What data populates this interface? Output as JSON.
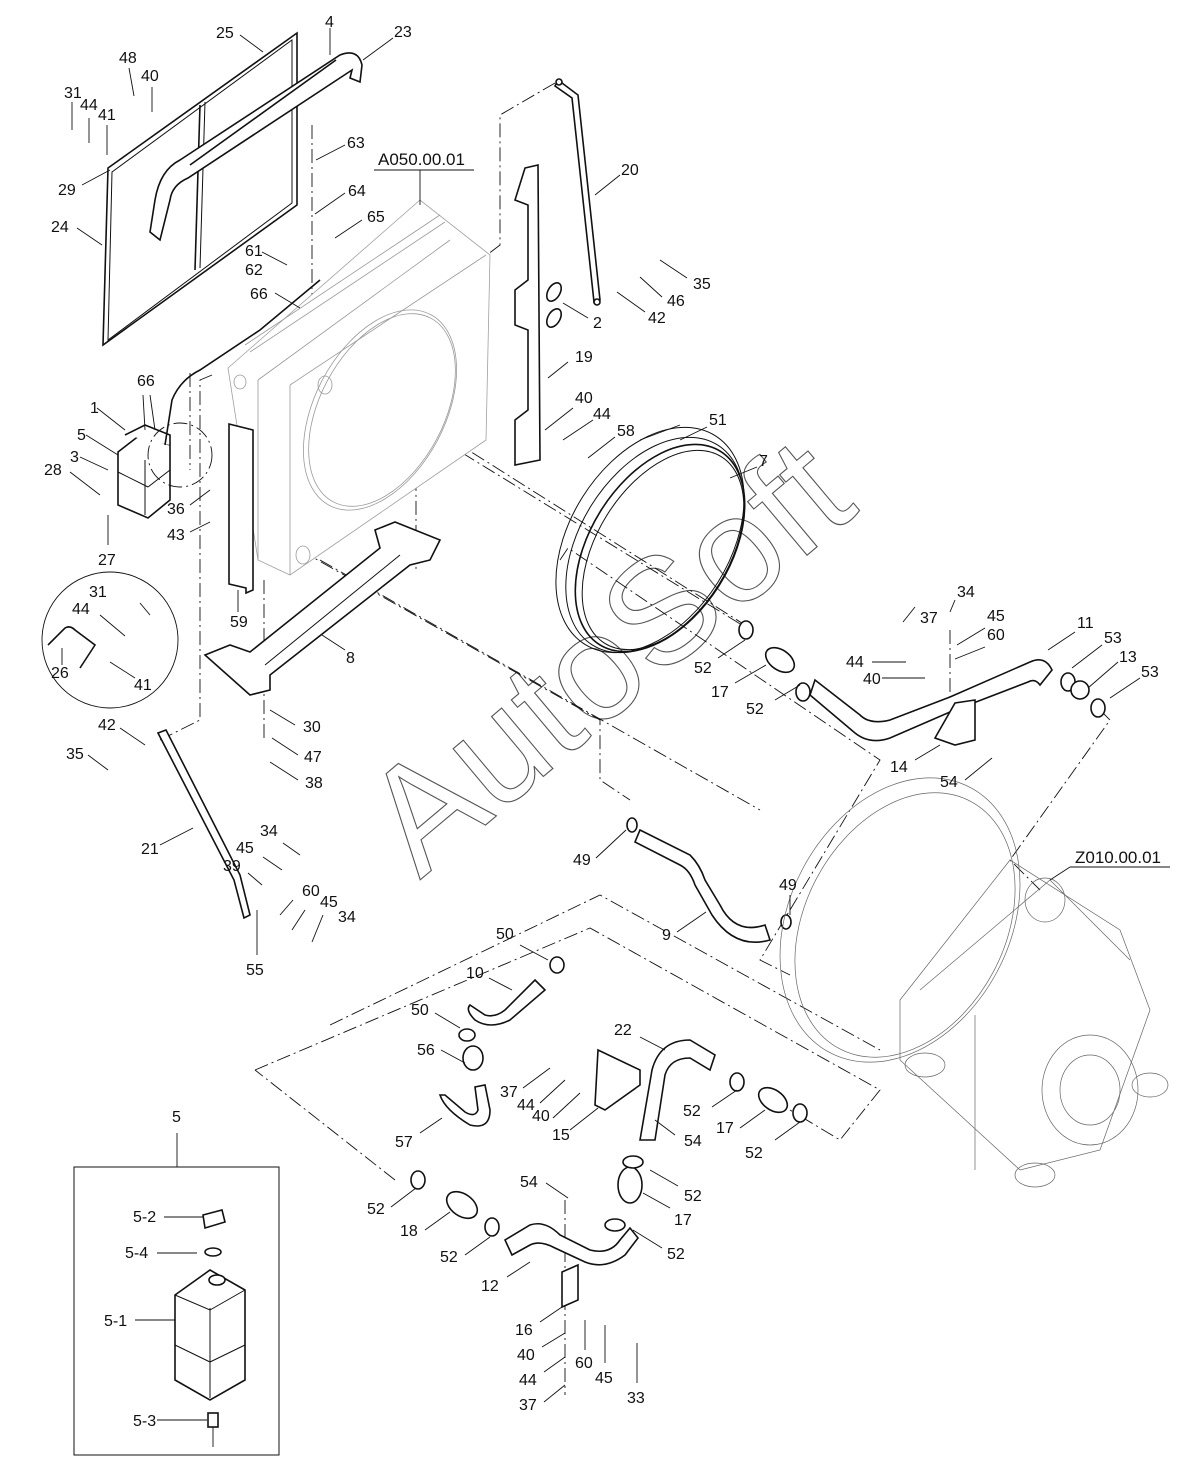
{
  "diagram": {
    "title": "Radiator / cooling system exploded parts view",
    "watermark": "AutoSoft",
    "references": [
      {
        "id": "radiator-assembly-ref",
        "text": "A050.00.01"
      },
      {
        "id": "engine-assembly-ref",
        "text": "Z010.00.01"
      }
    ],
    "inset": {
      "label": "5",
      "parts": [
        "5-1",
        "5-2",
        "5-3",
        "5-4"
      ]
    },
    "detail_circle_parts": [
      "31",
      "44",
      "26",
      "41"
    ],
    "callouts": [
      {
        "id": "c25",
        "text": "25"
      },
      {
        "id": "c4",
        "text": "4"
      },
      {
        "id": "c23",
        "text": "23"
      },
      {
        "id": "c48",
        "text": "48"
      },
      {
        "id": "c40a",
        "text": "40"
      },
      {
        "id": "c31a",
        "text": "31"
      },
      {
        "id": "c44a",
        "text": "44"
      },
      {
        "id": "c41a",
        "text": "41"
      },
      {
        "id": "c29",
        "text": "29"
      },
      {
        "id": "c24",
        "text": "24"
      },
      {
        "id": "c63",
        "text": "63"
      },
      {
        "id": "c64",
        "text": "64"
      },
      {
        "id": "c65",
        "text": "65"
      },
      {
        "id": "c61",
        "text": "61"
      },
      {
        "id": "c62",
        "text": "62"
      },
      {
        "id": "c66a",
        "text": "66"
      },
      {
        "id": "c20",
        "text": "20"
      },
      {
        "id": "c35a",
        "text": "35"
      },
      {
        "id": "c46",
        "text": "46"
      },
      {
        "id": "c42a",
        "text": "42"
      },
      {
        "id": "c2",
        "text": "2"
      },
      {
        "id": "c19",
        "text": "19"
      },
      {
        "id": "c40b",
        "text": "40"
      },
      {
        "id": "c44b",
        "text": "44"
      },
      {
        "id": "c58",
        "text": "58"
      },
      {
        "id": "c51",
        "text": "51"
      },
      {
        "id": "c7",
        "text": "7"
      },
      {
        "id": "c66b",
        "text": "66"
      },
      {
        "id": "c1",
        "text": "1"
      },
      {
        "id": "c5",
        "text": "5"
      },
      {
        "id": "c3",
        "text": "3"
      },
      {
        "id": "c28",
        "text": "28"
      },
      {
        "id": "c36",
        "text": "36"
      },
      {
        "id": "c43",
        "text": "43"
      },
      {
        "id": "c27",
        "text": "27"
      },
      {
        "id": "c59",
        "text": "59"
      },
      {
        "id": "c31b",
        "text": "31"
      },
      {
        "id": "c44c",
        "text": "44"
      },
      {
        "id": "c26",
        "text": "26"
      },
      {
        "id": "c41b",
        "text": "41"
      },
      {
        "id": "c8",
        "text": "8"
      },
      {
        "id": "c30",
        "text": "30"
      },
      {
        "id": "c47",
        "text": "47"
      },
      {
        "id": "c38",
        "text": "38"
      },
      {
        "id": "c42b",
        "text": "42"
      },
      {
        "id": "c35b",
        "text": "35"
      },
      {
        "id": "c21",
        "text": "21"
      },
      {
        "id": "c34a",
        "text": "34"
      },
      {
        "id": "c45a",
        "text": "45"
      },
      {
        "id": "c39",
        "text": "39"
      },
      {
        "id": "c60a",
        "text": "60"
      },
      {
        "id": "c45b",
        "text": "45"
      },
      {
        "id": "c34b",
        "text": "34"
      },
      {
        "id": "c55",
        "text": "55"
      },
      {
        "id": "c34c",
        "text": "34"
      },
      {
        "id": "c37a",
        "text": "37"
      },
      {
        "id": "c45c",
        "text": "45"
      },
      {
        "id": "c60b",
        "text": "60"
      },
      {
        "id": "c44d",
        "text": "44"
      },
      {
        "id": "c40c",
        "text": "40"
      },
      {
        "id": "c11",
        "text": "11"
      },
      {
        "id": "c53a",
        "text": "53"
      },
      {
        "id": "c13",
        "text": "13"
      },
      {
        "id": "c53b",
        "text": "53"
      },
      {
        "id": "c52a",
        "text": "52"
      },
      {
        "id": "c17a",
        "text": "17"
      },
      {
        "id": "c52b",
        "text": "52"
      },
      {
        "id": "c14",
        "text": "14"
      },
      {
        "id": "c54a",
        "text": "54"
      },
      {
        "id": "c49a",
        "text": "49"
      },
      {
        "id": "c49b",
        "text": "49"
      },
      {
        "id": "c9",
        "text": "9"
      },
      {
        "id": "c50a",
        "text": "50"
      },
      {
        "id": "c10",
        "text": "10"
      },
      {
        "id": "c50b",
        "text": "50"
      },
      {
        "id": "c56",
        "text": "56"
      },
      {
        "id": "c57",
        "text": "57"
      },
      {
        "id": "c22",
        "text": "22"
      },
      {
        "id": "c37b",
        "text": "37"
      },
      {
        "id": "c44e",
        "text": "44"
      },
      {
        "id": "c40d",
        "text": "40"
      },
      {
        "id": "c15",
        "text": "15"
      },
      {
        "id": "c54b",
        "text": "54"
      },
      {
        "id": "c52c",
        "text": "52"
      },
      {
        "id": "c17b",
        "text": "17"
      },
      {
        "id": "c52d",
        "text": "52"
      },
      {
        "id": "c52e",
        "text": "52"
      },
      {
        "id": "c17c",
        "text": "17"
      },
      {
        "id": "c52f",
        "text": "52"
      },
      {
        "id": "c54c",
        "text": "54"
      },
      {
        "id": "c52g",
        "text": "52"
      },
      {
        "id": "c18",
        "text": "18"
      },
      {
        "id": "c52h",
        "text": "52"
      },
      {
        "id": "c12",
        "text": "12"
      },
      {
        "id": "c16",
        "text": "16"
      },
      {
        "id": "c40e",
        "text": "40"
      },
      {
        "id": "c60c",
        "text": "60"
      },
      {
        "id": "c45d",
        "text": "45"
      },
      {
        "id": "c33",
        "text": "33"
      },
      {
        "id": "c44f",
        "text": "44"
      },
      {
        "id": "c37c",
        "text": "37"
      },
      {
        "id": "c5-2",
        "text": "5-2"
      },
      {
        "id": "c5-4",
        "text": "5-4"
      },
      {
        "id": "c5-1",
        "text": "5-1"
      },
      {
        "id": "c5-3",
        "text": "5-3"
      },
      {
        "id": "c5top",
        "text": "5"
      }
    ]
  }
}
